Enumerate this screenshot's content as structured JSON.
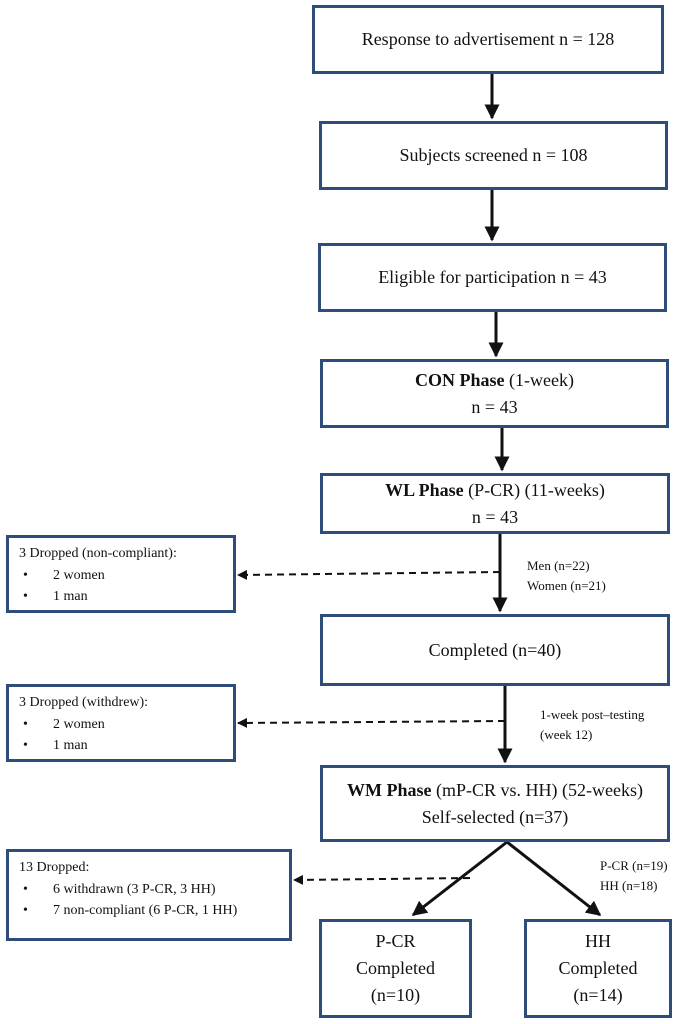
{
  "boxes": {
    "response": "Response to advertisement n = 128",
    "screened": "Subjects screened n = 108",
    "eligible": "Eligible for participation n = 43",
    "con": {
      "bold": "CON Phase",
      "rest": " (1-week)",
      "n": "n = 43"
    },
    "wl": {
      "bold": "WL Phase",
      "rest": " (P-CR) (11-weeks)",
      "n": "n = 43"
    },
    "completed": "Completed (n=40)",
    "wm": {
      "bold": "WM Phase",
      "rest": " (mP-CR vs. HH) (52-weeks)",
      "sub": "Self-selected (n=37)"
    },
    "pcr": {
      "line1": "P-CR",
      "line2": "Completed",
      "line3": "(n=10)"
    },
    "hh": {
      "line1": "HH",
      "line2": "Completed",
      "line3": "(n=14)"
    }
  },
  "dropouts": {
    "first": {
      "title": "3 Dropped (non-compliant):",
      "items": [
        "2 women",
        "1 man"
      ]
    },
    "second": {
      "title": "3 Dropped (withdrew):",
      "items": [
        "2 women",
        "1 man"
      ]
    },
    "third": {
      "title": "13 Dropped:",
      "items": [
        "6 withdrawn (3 P-CR, 3 HH)",
        "7 non-compliant (6 P-CR, 1 HH)"
      ]
    }
  },
  "notes": {
    "sex": [
      "Men (n=22)",
      "Women (n=21)"
    ],
    "post": [
      "1-week post–testing",
      "(week 12)"
    ],
    "groups": [
      "P-CR (n=19)",
      "HH (n=18)"
    ]
  },
  "colors": {
    "box_border": "#2e4d7a",
    "arrow": "#111111"
  }
}
